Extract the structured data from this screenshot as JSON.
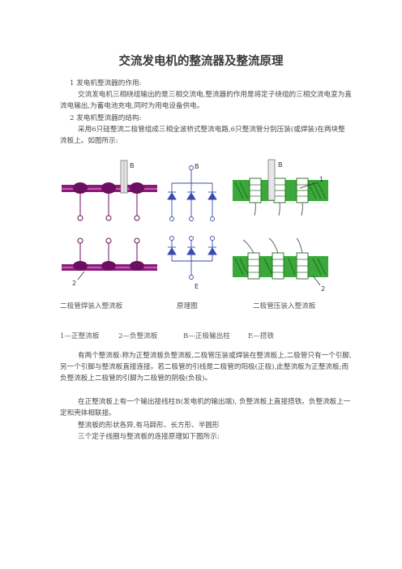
{
  "title": "交流发电机的整流器及整流原理",
  "s1_head": "1   发电机整流器的作用:",
  "s1_body": "交流发电机三相绕组输出的是三相交流电,整流器的作用是将定子绕组的三相交流电变为直流电输出,为蓄电池充电,同时为用电设备供电。",
  "s2_head": "2   发电机整流器的结构:",
  "s2_body": "采用6只硅整流二极管组成三相全波桥式整流电路,6只整流管分别压装(或焊装)在两块整流板上。如图所示:",
  "figure": {
    "label_b": "B",
    "label_e": "E",
    "label_1": "1",
    "label_2": "2",
    "colors": {
      "left": "#8b1a7a",
      "middle": "#3a4ab0",
      "right": "#2f9e2f"
    }
  },
  "captions": [
    "二极管焊装入整流板",
    "原理图",
    "二极管压装入整流板"
  ],
  "legend": [
    "1—正整流板",
    "2—负整流板",
    "B—正极输出柱",
    "E—搭铁"
  ],
  "p1": "有两个整流板:称为正整流板负整流板,二极管压装或焊装在整流板上,二极管只有一个引脚,另一个引脚与整流板直接连接。若二极管的引线是二极管的阳极(正极),此整流板为正整流板;而负整流板上二极管的引脚为二极管的阴极(负极)。",
  "p2": "在正整流板上有一个输出接线柱B(发电机的输出端), 负整流板上直接搭铁。负整流板上一定和壳体相联接。",
  "p3": "整流板的形状各异,有马蹄形、长方形、半圆形",
  "p4": "三个定子线圈与整流板的连接原理如下图所示:"
}
